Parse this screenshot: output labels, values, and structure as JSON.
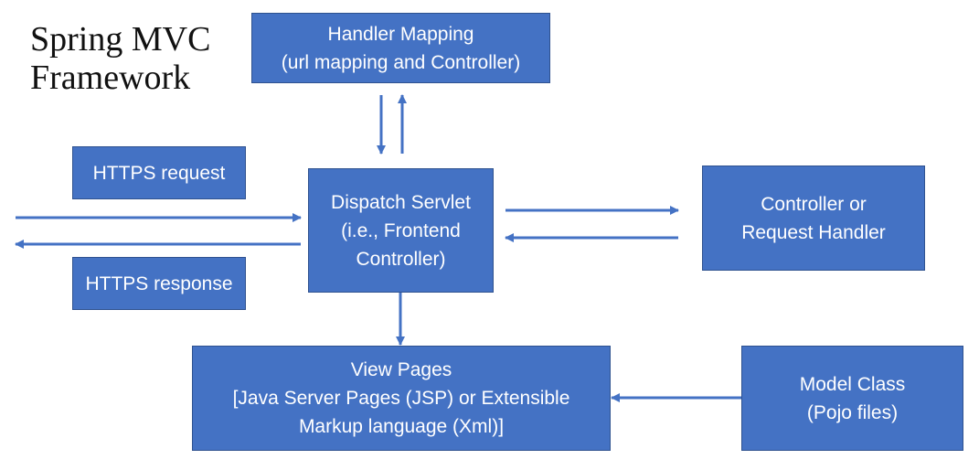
{
  "title": {
    "line1": "Spring MVC",
    "line2": "Framework"
  },
  "colors": {
    "box_fill": "#4472c4",
    "box_border": "#2f528f",
    "arrow": "#4472c4",
    "text": "#ffffff"
  },
  "nodes": {
    "handler_mapping": {
      "line1": "Handler Mapping",
      "line2": "(url mapping and Controller)"
    },
    "https_request": {
      "label": "HTTPS request"
    },
    "https_response": {
      "label": "HTTPS response"
    },
    "dispatch_servlet": {
      "line1": "Dispatch Servlet",
      "line2": "(i.e., Frontend",
      "line3": "Controller)"
    },
    "controller": {
      "line1": "Controller or",
      "line2": "Request Handler"
    },
    "view_pages": {
      "line1": "View Pages",
      "line2": "[Java Server Pages (JSP) or Extensible",
      "line3": "Markup language (Xml)]"
    },
    "model_class": {
      "line1": "Model Class",
      "line2": "(Pojo files)"
    }
  },
  "edges": [
    {
      "from": "dispatch_servlet",
      "to": "handler_mapping"
    },
    {
      "from": "handler_mapping",
      "to": "dispatch_servlet"
    },
    {
      "from": "client",
      "to": "dispatch_servlet"
    },
    {
      "from": "dispatch_servlet",
      "to": "client"
    },
    {
      "from": "dispatch_servlet",
      "to": "controller"
    },
    {
      "from": "controller",
      "to": "dispatch_servlet"
    },
    {
      "from": "dispatch_servlet",
      "to": "view_pages"
    },
    {
      "from": "model_class",
      "to": "view_pages"
    }
  ]
}
